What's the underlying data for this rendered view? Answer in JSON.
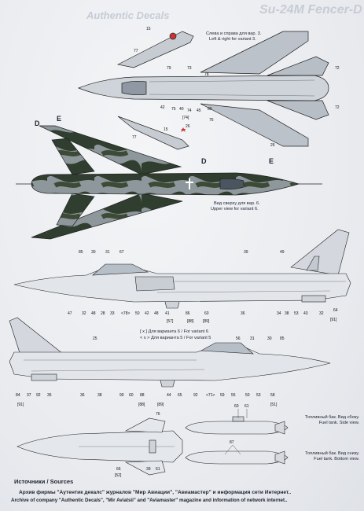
{
  "header": {
    "watermark_brand": "Authentic Decals",
    "watermark_type": "Su-24M Fencer-D"
  },
  "top_view_notes": {
    "left_right_ru": "Слева и справа для вар. 3.",
    "left_right_en": "Left & right for variant 3.",
    "upper_ru": "Вид сверху для вар. 6.",
    "upper_en": "Upper view for variant 6."
  },
  "side_notes": {
    "variant6": "[ x ] Для варианта 6 / For variant 6",
    "variant5": "< x > Для варианта 5 / For variant 5"
  },
  "tank_captions": {
    "side_ru": "Топливный бак. Вид сбоку.",
    "side_en": "Fuel tank. Side view.",
    "bottom_ru": "Топливный бак. Вид снизу.",
    "bottom_en": "Fuel tank. Bottom view."
  },
  "markers": {
    "d": "D",
    "e": "E"
  },
  "callouts": {
    "top1": [
      "15",
      "77",
      "79",
      "73",
      "78",
      "75",
      "40",
      "74",
      "45",
      "42",
      "80",
      "[74]",
      "76",
      "72",
      "72",
      "26",
      "15",
      "77",
      "26"
    ],
    "side1": [
      "85",
      "30",
      "31",
      "67",
      "39",
      "49",
      "47",
      "32",
      "48",
      "28",
      "33",
      "<78>",
      "50",
      "42",
      "48",
      "41",
      "86",
      "60",
      "36",
      "34",
      "38",
      "53",
      "43",
      "32",
      "64",
      "[57]",
      "[88]",
      "[89]",
      "[91]"
    ],
    "side2": [
      "25",
      "56",
      "31",
      "30",
      "85",
      "84",
      "37",
      "92",
      "35",
      "36",
      "38",
      "90",
      "60",
      "88",
      "44",
      "65",
      "92",
      "<71>",
      "59",
      "55",
      "50",
      "53",
      "58",
      "[91]",
      "[88]",
      "[89]",
      "[51]"
    ],
    "bottom": [
      "76",
      "66",
      "39",
      "61",
      "[52]"
    ],
    "tanks": [
      "60",
      "61",
      "87"
    ]
  },
  "sources": {
    "heading": "Источники / Sources",
    "line_ru": "Архив фирмы \"Аутентик декалс\" журналов \"Мир Авиации\", \"Авиамастер\" и информация сети Интернет..",
    "line_en": "Archive of company \"Authentic Decals\", \"Mir Aviatsii\" and \"Aviamaster\" magazine and information of network internet.."
  }
}
